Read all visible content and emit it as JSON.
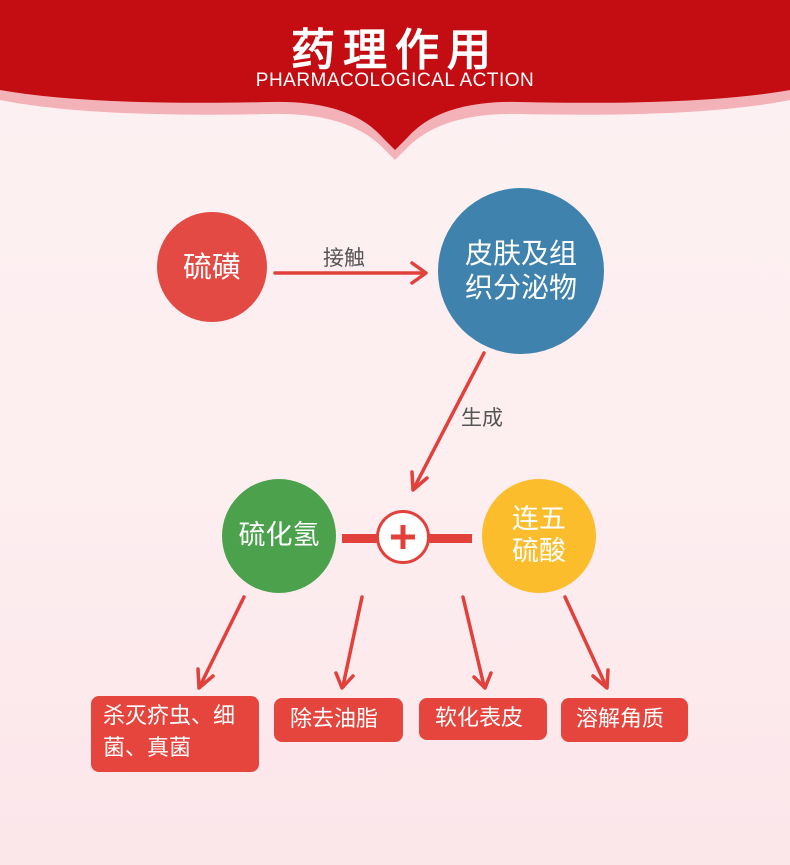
{
  "header": {
    "title": "药理作用",
    "subtitle": "PHARMACOLOGICAL ACTION"
  },
  "nodes": {
    "sulfur": {
      "label": "硫磺",
      "color": "#e34a44"
    },
    "skin_secretion": {
      "line1": "皮肤及组",
      "line2": "织分泌物",
      "color": "#3f82ad"
    },
    "hydrogen_sulfide": {
      "label": "硫化氢",
      "color": "#4ca24c"
    },
    "pentathionic_acid": {
      "line1": "连五",
      "line2": "硫酸",
      "color": "#fbbd2c"
    }
  },
  "edges": {
    "contact": "接触",
    "generate": "生成"
  },
  "effects": [
    {
      "line1": "杀灭疥虫、细",
      "line2": "菌、真菌"
    },
    {
      "line1": "除去油脂"
    },
    {
      "line1": "软化表皮"
    },
    {
      "line1": "溶解角质"
    }
  ],
  "colors": {
    "header_red": "#c40d12",
    "arrow_red": "#e2403b",
    "box_red": "#e5453d"
  }
}
